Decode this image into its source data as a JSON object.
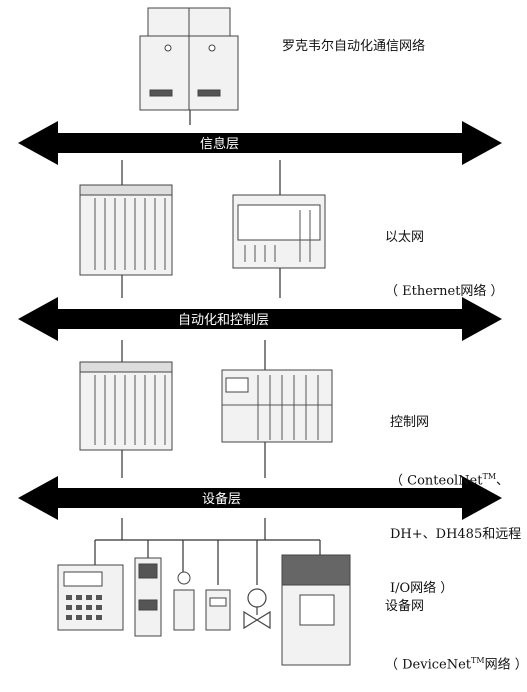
{
  "title_label": "罗克韦尔自动化通信网络",
  "layers": [
    {
      "id": "info",
      "label": "信息层"
    },
    {
      "id": "automation",
      "label": "自动化和控制层"
    },
    {
      "id": "device",
      "label": "设备层"
    }
  ],
  "networks": {
    "ethernet": {
      "line1": "以太网",
      "line2": "（ Ethernet网络 ）"
    },
    "control": {
      "line1": "控制网",
      "line2_pre": "（ ConteolNet",
      "line2_sup": "TM",
      "line2_post": "、",
      "line3": "DH+、DH485和远程",
      "line4": "I/O网络 ）"
    },
    "device": {
      "line1": "设备网",
      "line2_pre": "（ DeviceNet",
      "line2_sup": "TM",
      "line2_post": "网络 ）"
    }
  },
  "colors": {
    "arrow": "#000000",
    "arrow_text": "#ffffff",
    "line": "#333333",
    "device_fill": "#f4f4f4",
    "device_stroke": "#444444"
  }
}
